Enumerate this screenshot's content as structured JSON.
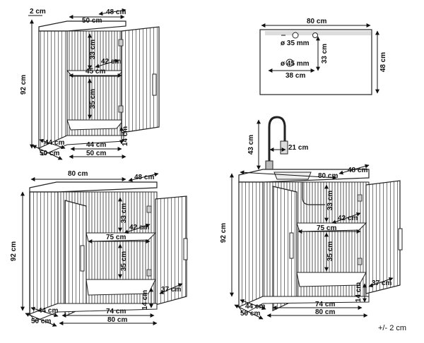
{
  "figure": {
    "tolerance": "+/- 2 cm",
    "cabinet_small": {
      "top_depth_offset": "2 cm",
      "top_width": "50 cm",
      "top_depth": "48 cm",
      "height": "92 cm",
      "upper_shelf_height": "33 cm",
      "lower_shelf_height": "35 cm",
      "shelf_depth": "42 cm",
      "shelf_width": "45 cm",
      "base_width": "44 cm",
      "bottom_width": "50 cm",
      "plinth_height": "14 cm",
      "side_depth_inner": "44 cm",
      "side_depth_outer": "50 cm"
    },
    "sink_top": {
      "width": "80 cm",
      "depth": "48 cm",
      "hole_small": "ø 35 mm",
      "hole_large": "ø 45 mm",
      "basin_depth": "33 cm",
      "basin_width": "38 cm"
    },
    "cabinet_large": {
      "top_width": "80 cm",
      "top_depth": "48 cm",
      "height": "92 cm",
      "upper_shelf_height": "33 cm",
      "lower_shelf_height": "35 cm",
      "shelf_depth": "42 cm",
      "shelf_width": "75 cm",
      "door_depth": "37 cm",
      "plinth_height": "14 cm",
      "base_width": "74 cm",
      "bottom_width": "80 cm",
      "side_depth_inner": "44 cm",
      "side_depth_outer": "50 cm"
    },
    "cabinet_sink": {
      "faucet_height": "43 cm",
      "faucet_reach": "21 cm",
      "top_width": "80 cm",
      "top_depth": "48 cm",
      "height": "92 cm",
      "upper_shelf_height": "33 cm",
      "lower_shelf_height": "35 cm",
      "shelf_depth": "42 cm",
      "shelf_width": "75 cm",
      "door_depth": "37 cm",
      "plinth_height": "14 cm",
      "base_width": "74 cm",
      "bottom_width": "80 cm",
      "side_depth_inner": "44 cm",
      "side_depth_outer": "50 cm"
    }
  }
}
